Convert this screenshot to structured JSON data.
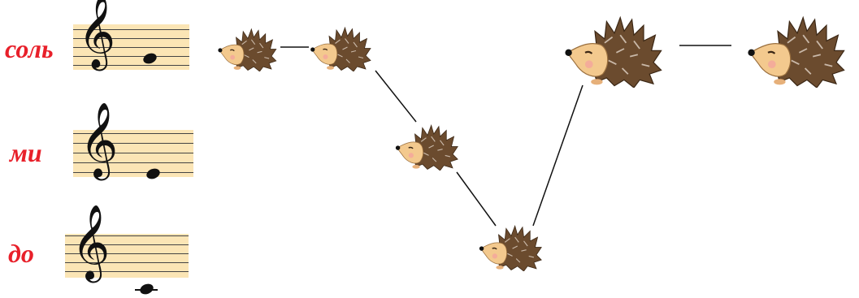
{
  "notes": [
    {
      "label": "соль",
      "clef_glyph": "𝄞"
    },
    {
      "label": "ми",
      "clef_glyph": "𝄞"
    },
    {
      "label": "до",
      "clef_glyph": "𝄞"
    }
  ],
  "melody": {
    "sequence": [
      "соль",
      "соль",
      "ми",
      "до",
      "соль",
      "соль"
    ]
  },
  "colors": {
    "label": "#e8202a",
    "staff": "#fbe5b5",
    "hedgehog_body": "#6b4b2e",
    "hedgehog_face": "#f3c98e"
  },
  "icon_name": "hedgehog-icon"
}
